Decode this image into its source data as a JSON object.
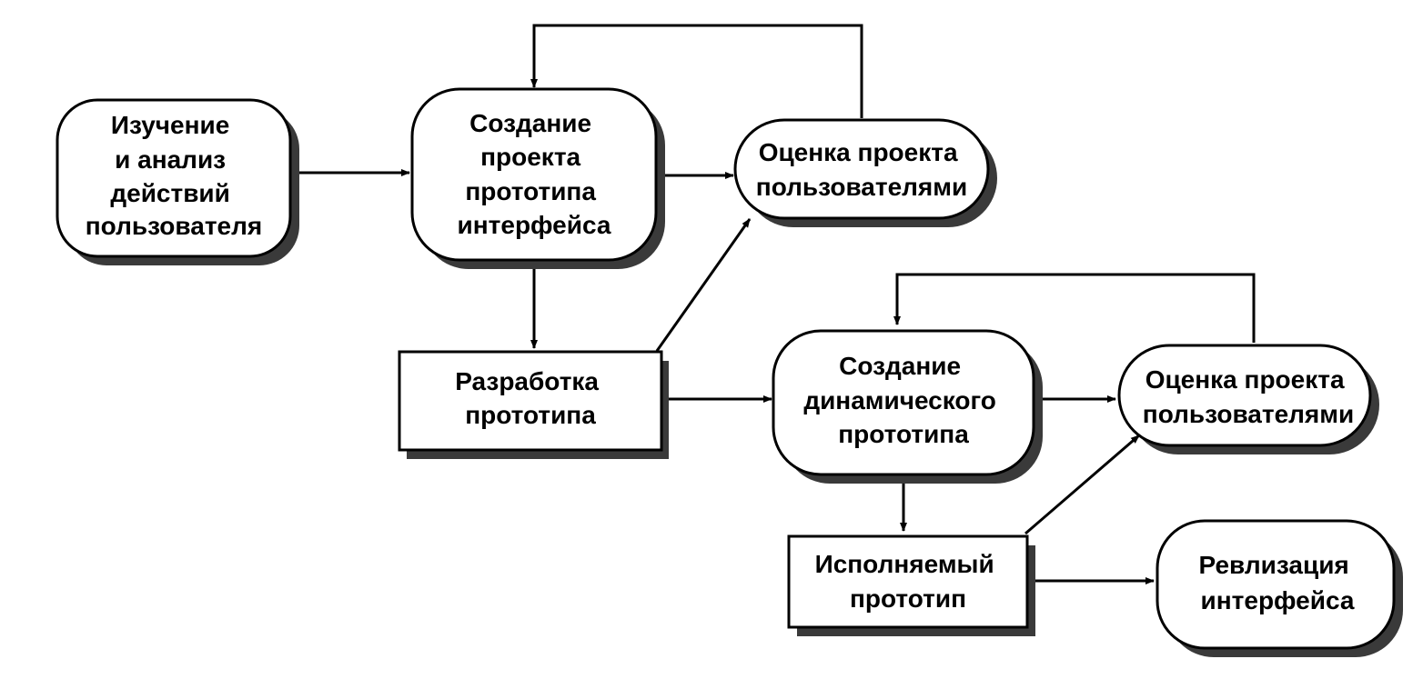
{
  "colors": {
    "stroke": "#000000",
    "shadow": "#3a3a3a",
    "fill": "#ffffff"
  },
  "nodes": {
    "study": {
      "lines": [
        "Изучение",
        "и анализ",
        "действий",
        "пользователя"
      ]
    },
    "design": {
      "lines": [
        "Создание",
        "проекта",
        "прототипа",
        "интерфейса"
      ]
    },
    "eval1": {
      "lines": [
        "Оценка проекта",
        "пользователями"
      ]
    },
    "dev": {
      "lines": [
        "Разработка",
        "прототипа"
      ]
    },
    "dynamic": {
      "lines": [
        "Создание",
        "динамического",
        "прототипа"
      ]
    },
    "eval2": {
      "lines": [
        "Оценка проекта",
        "пользователями"
      ]
    },
    "exec": {
      "lines": [
        "Исполняемый",
        "прототип"
      ]
    },
    "revision": {
      "lines": [
        "Ревлизация",
        "интерфейса"
      ]
    }
  }
}
